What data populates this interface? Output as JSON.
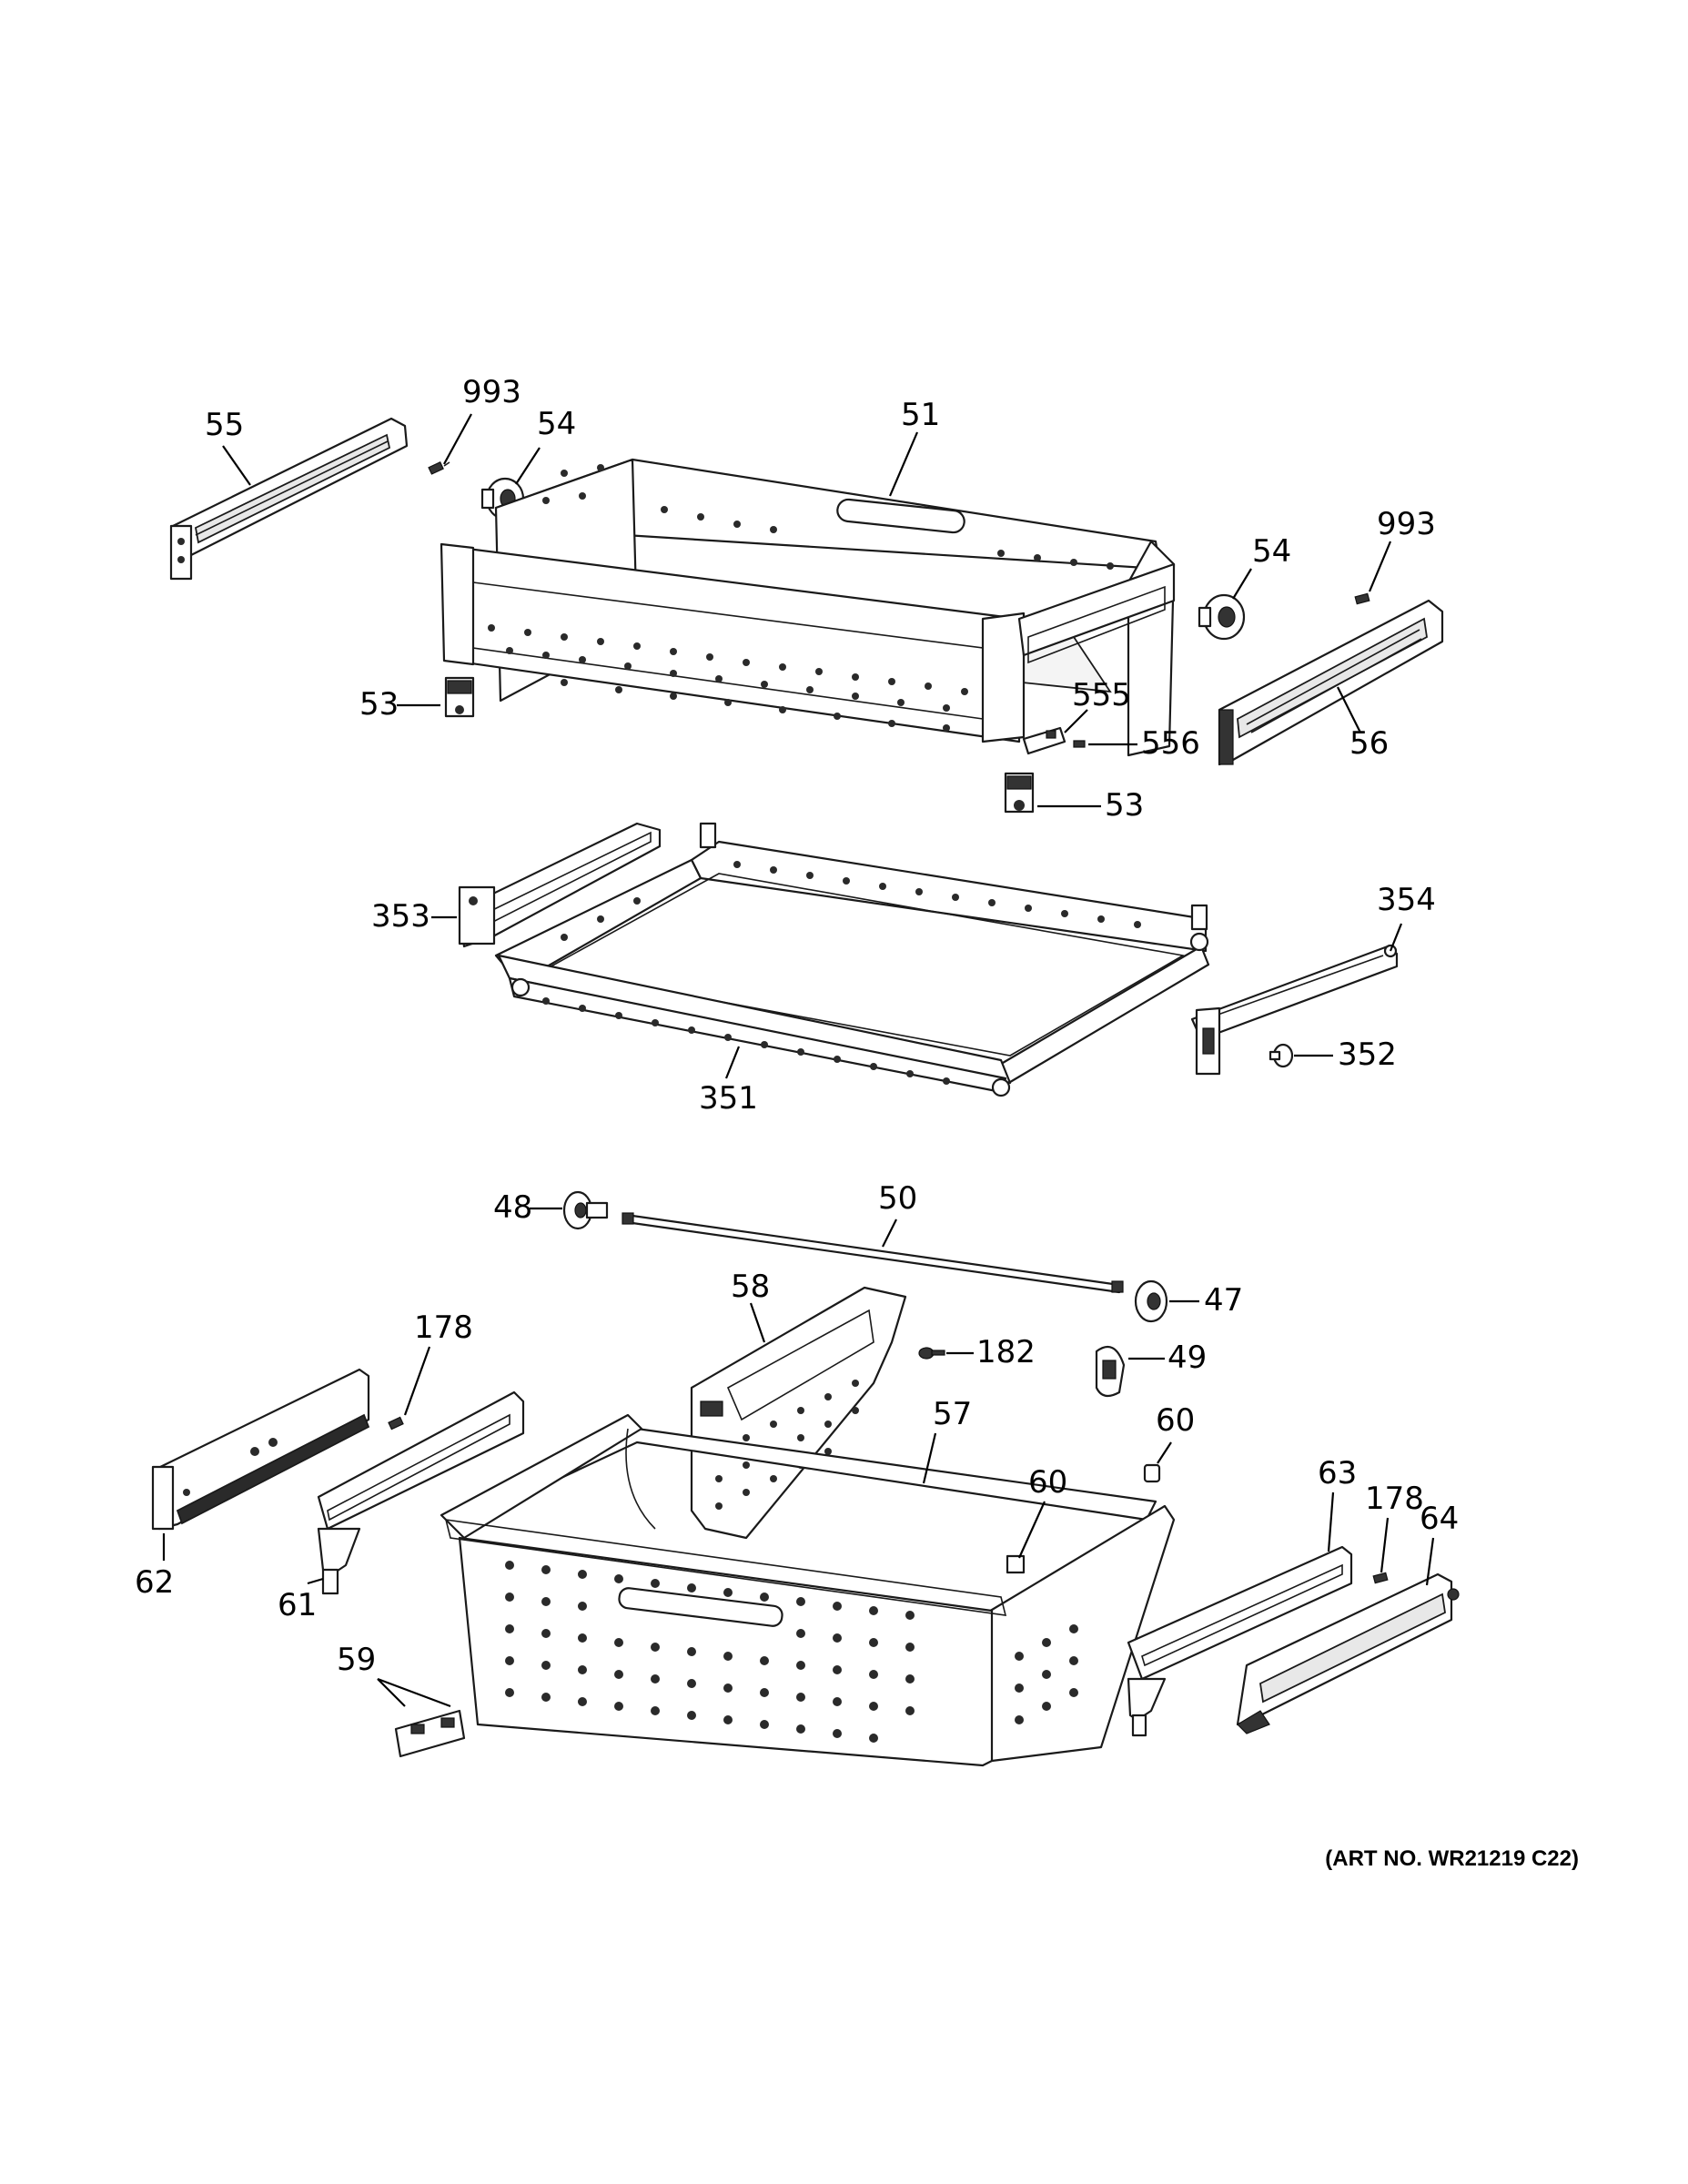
{
  "diagram": {
    "art_number": "(ART NO. WR21219 C22)",
    "callouts": [
      {
        "id": "c-55-top",
        "label": "55"
      },
      {
        "id": "c-993-top",
        "label": "993"
      },
      {
        "id": "c-54-left",
        "label": "54"
      },
      {
        "id": "c-51",
        "label": "51"
      },
      {
        "id": "c-54-right",
        "label": "54"
      },
      {
        "id": "c-993-right",
        "label": "993"
      },
      {
        "id": "c-53-left",
        "label": "53"
      },
      {
        "id": "c-555",
        "label": "555"
      },
      {
        "id": "c-556",
        "label": "556"
      },
      {
        "id": "c-56",
        "label": "56"
      },
      {
        "id": "c-53-right",
        "label": "53"
      },
      {
        "id": "c-353",
        "label": "353"
      },
      {
        "id": "c-354",
        "label": "354"
      },
      {
        "id": "c-352",
        "label": "352"
      },
      {
        "id": "c-351",
        "label": "351"
      },
      {
        "id": "c-48",
        "label": "48"
      },
      {
        "id": "c-50",
        "label": "50"
      },
      {
        "id": "c-47",
        "label": "47"
      },
      {
        "id": "c-58",
        "label": "58"
      },
      {
        "id": "c-182",
        "label": "182"
      },
      {
        "id": "c-49",
        "label": "49"
      },
      {
        "id": "c-178-left",
        "label": "178"
      },
      {
        "id": "c-57",
        "label": "57"
      },
      {
        "id": "c-60-a",
        "label": "60"
      },
      {
        "id": "c-60-b",
        "label": "60"
      },
      {
        "id": "c-63",
        "label": "63"
      },
      {
        "id": "c-178-right",
        "label": "178"
      },
      {
        "id": "c-64",
        "label": "64"
      },
      {
        "id": "c-62",
        "label": "62"
      },
      {
        "id": "c-61",
        "label": "61"
      },
      {
        "id": "c-59",
        "label": "59"
      }
    ]
  }
}
